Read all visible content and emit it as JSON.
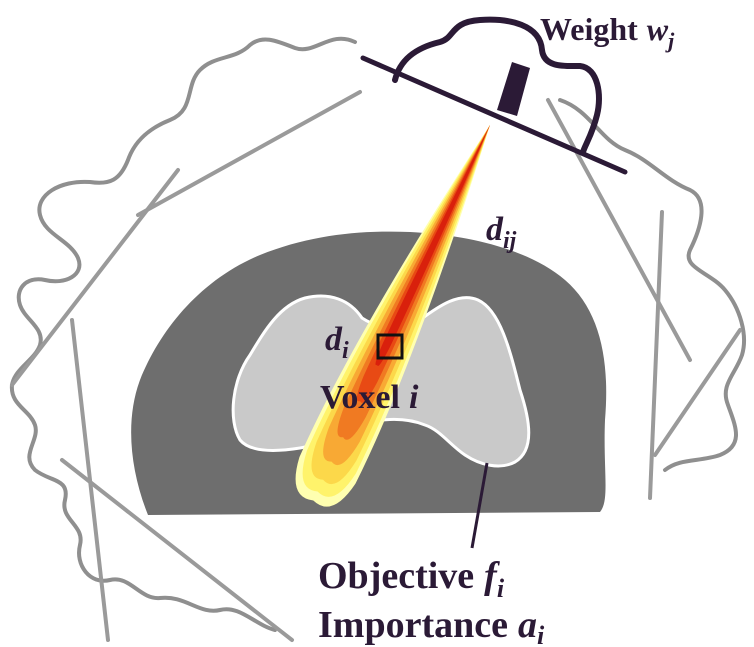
{
  "labels": {
    "weight": {
      "word": "Weight",
      "var": "w",
      "sub": "j"
    },
    "beam_dose": {
      "var": "d",
      "sub": "ij"
    },
    "voxel_dose": {
      "var": "d",
      "sub": "i"
    },
    "voxel": {
      "word": "Voxel",
      "var": "i"
    },
    "objective": {
      "word": "Objective",
      "var": "f",
      "sub": "i"
    },
    "importance": {
      "word": "Importance",
      "var": "a",
      "sub": "i"
    }
  },
  "colors": {
    "ink": "#2b1a36",
    "outline_gray": "#8f8f8f",
    "body_gray": "#6e6e6e",
    "organ_gray": "#c9c9c9",
    "beam_core": "#d9200c",
    "beam_edge": "#fff36b"
  }
}
